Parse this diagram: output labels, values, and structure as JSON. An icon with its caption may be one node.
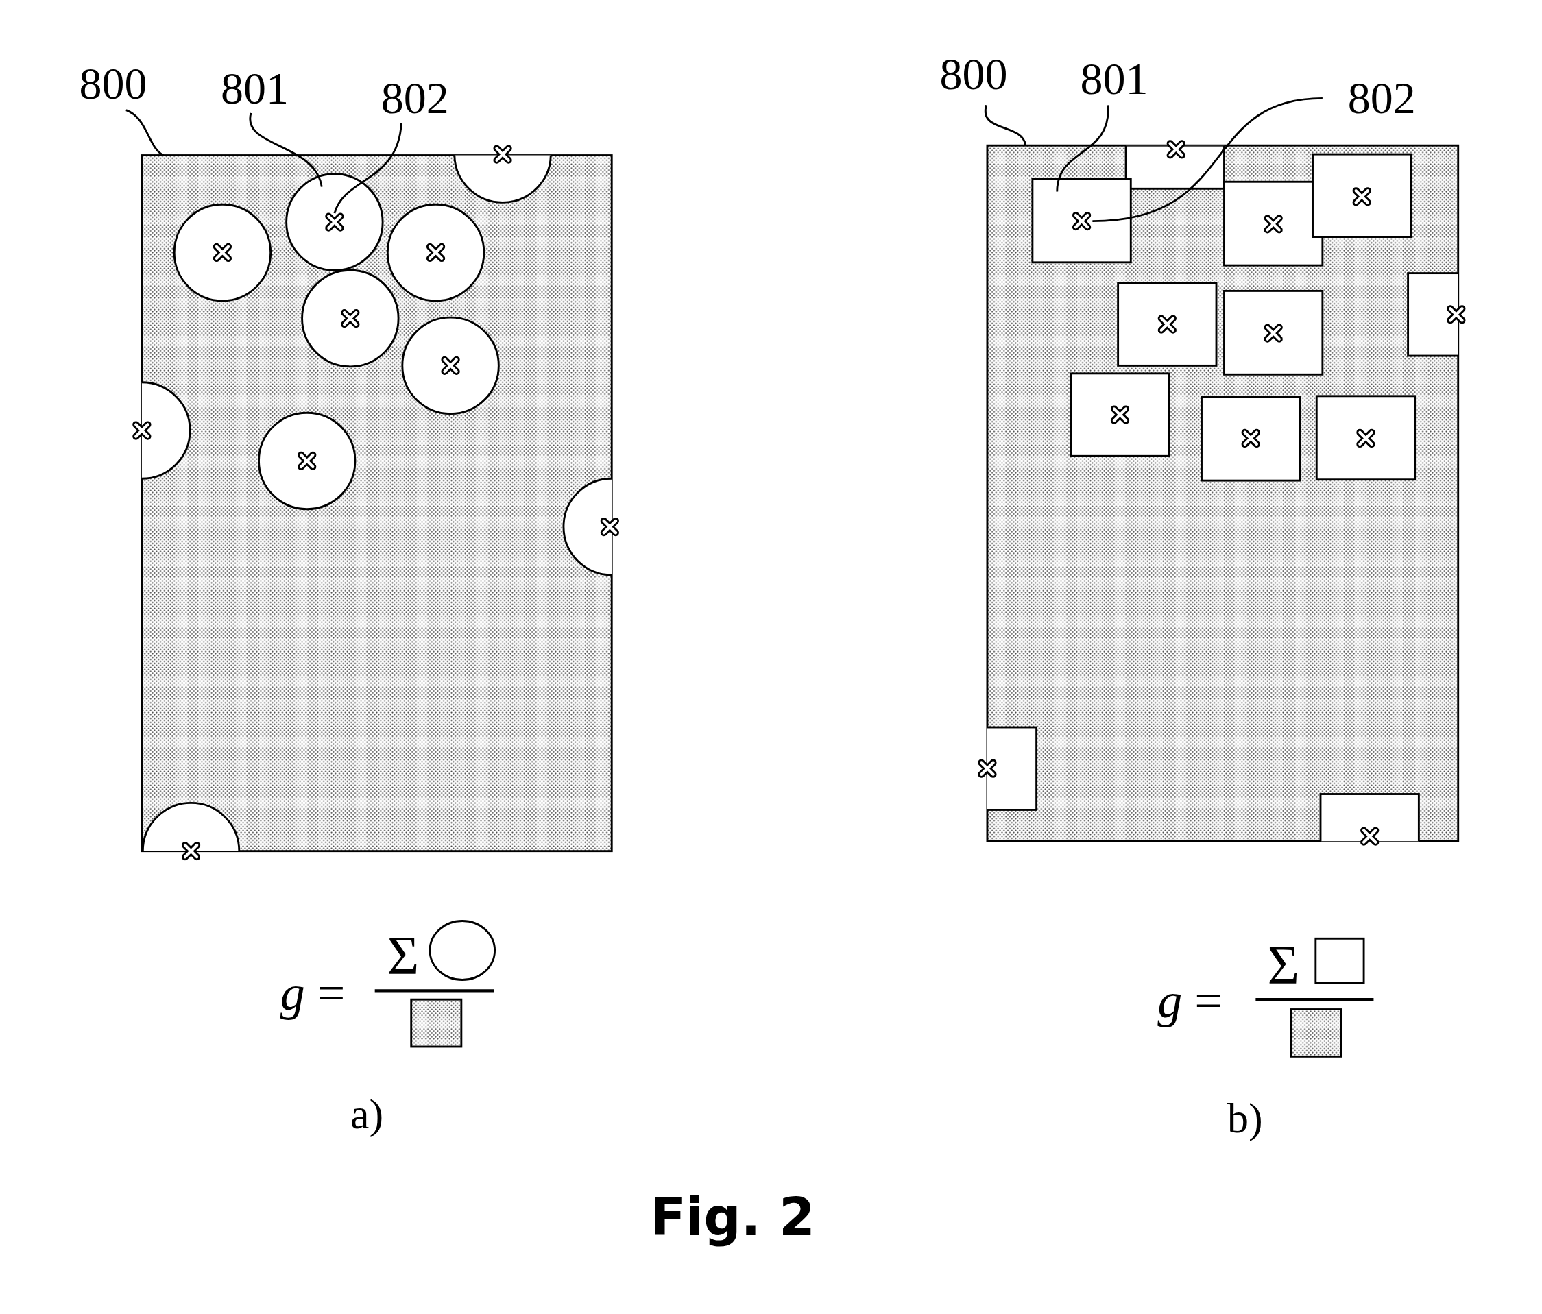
{
  "diagram": {
    "nodes": [
      {
        "text": [
          "800"
        ]
      },
      {
        "text": [
          "801"
        ]
      },
      {
        "text": [
          "802"
        ]
      },
      {
        "text": [],
        "shape": "box"
      },
      {
        "text": [],
        "shape": "circle",
        "in": 3
      },
      {
        "text": [],
        "shape": "cross",
        "in": 4
      },
      {
        "text": [
          "800"
        ]
      },
      {
        "text": [
          "801"
        ]
      },
      {
        "text": [
          "802"
        ]
      },
      {
        "text": [],
        "shape": "box"
      },
      {
        "text": [],
        "shape": "box",
        "in": 9
      },
      {
        "text": [],
        "shape": "cross",
        "in": 10
      }
    ],
    "edges": [
      {
        "from": 0,
        "to": 3,
        "arrow": "none"
      },
      {
        "from": 1,
        "to": 4,
        "arrow": "none"
      },
      {
        "from": 2,
        "to": 5,
        "arrow": "none"
      },
      {
        "from": 6,
        "to": 9,
        "arrow": "none"
      },
      {
        "from": 7,
        "to": 10,
        "arrow": "none"
      },
      {
        "from": 8,
        "to": 11,
        "arrow": "none"
      }
    ],
    "labels": [
      "*g* =",
      "Σ",
      "a)",
      "*g* =",
      "Σ",
      "b)",
      "Fig. 2"
    ]
  }
}
